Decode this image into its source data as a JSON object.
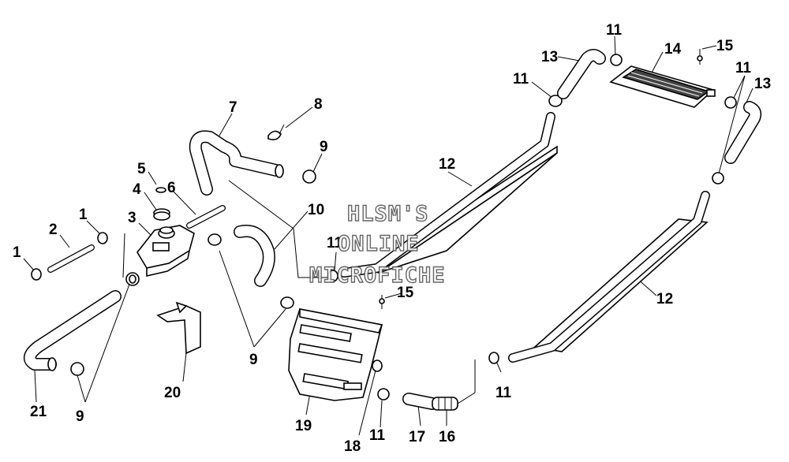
{
  "callouts": [
    {
      "id": "c1a",
      "text": "1"
    },
    {
      "id": "c1b",
      "text": "1"
    },
    {
      "id": "c2",
      "text": "2"
    },
    {
      "id": "c3",
      "text": "3"
    },
    {
      "id": "c4",
      "text": "4"
    },
    {
      "id": "c5",
      "text": "5"
    },
    {
      "id": "c6",
      "text": "6"
    },
    {
      "id": "c7",
      "text": "7"
    },
    {
      "id": "c8",
      "text": "8"
    },
    {
      "id": "c9a",
      "text": "9"
    },
    {
      "id": "c9b",
      "text": "9"
    },
    {
      "id": "c9c",
      "text": "9"
    },
    {
      "id": "c10",
      "text": "10"
    },
    {
      "id": "c11a",
      "text": "11"
    },
    {
      "id": "c11b",
      "text": "11"
    },
    {
      "id": "c11c",
      "text": "11"
    },
    {
      "id": "c11d",
      "text": "11"
    },
    {
      "id": "c11e",
      "text": "11"
    },
    {
      "id": "c11f",
      "text": "11"
    },
    {
      "id": "c12a",
      "text": "12"
    },
    {
      "id": "c12b",
      "text": "12"
    },
    {
      "id": "c13a",
      "text": "13"
    },
    {
      "id": "c13b",
      "text": "13"
    },
    {
      "id": "c14",
      "text": "14"
    },
    {
      "id": "c15a",
      "text": "15"
    },
    {
      "id": "c15b",
      "text": "15"
    },
    {
      "id": "c16",
      "text": "16"
    },
    {
      "id": "c17",
      "text": "17"
    },
    {
      "id": "c18",
      "text": "18"
    },
    {
      "id": "c19",
      "text": "19"
    },
    {
      "id": "c20",
      "text": "20"
    },
    {
      "id": "c21",
      "text": "21"
    }
  ],
  "watermark": [
    "HLSM'S",
    "ONLINE",
    "MICROFICHE"
  ]
}
